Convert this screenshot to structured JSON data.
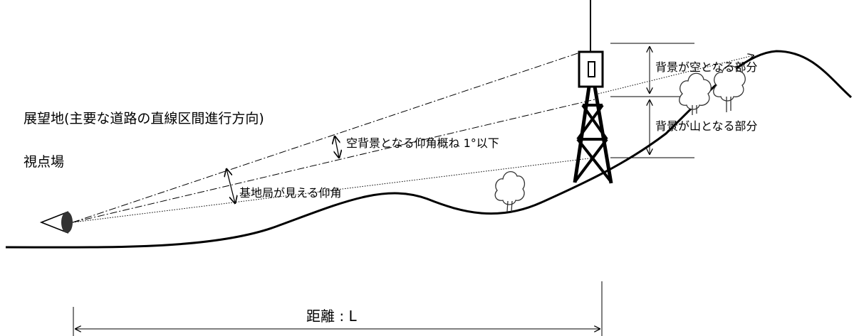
{
  "labels": {
    "viewpoint_title": "展望地(主要な道路の直線区間進行方向)",
    "viewpoint_field": "視点場",
    "sky_angle": "空背景となる仰角概ね 1°以下",
    "visible_angle": "基地局が見える仰角",
    "sky_part": "背景が空となる部分",
    "mountain_part": "背景が山となる部分",
    "distance": "距離 : L"
  },
  "colors": {
    "ink": "#000000",
    "tree_fill": "#ffffff",
    "eye_fill": "#333333"
  },
  "icons": {
    "eye": "eye-icon",
    "tree": "tree-icon",
    "tower": "base-station-tower-icon"
  }
}
